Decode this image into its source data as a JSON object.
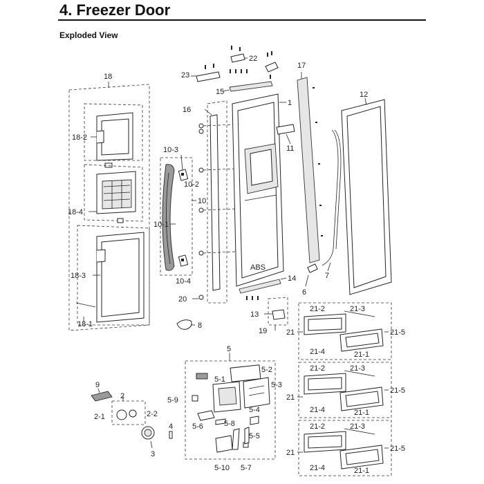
{
  "page": {
    "title": "4.  Freezer Door",
    "subtitle": "Exploded View"
  },
  "callouts": {
    "c1": "1",
    "c2": "2",
    "c2_1": "2-1",
    "c2_2": "2-2",
    "c3": "3",
    "c4": "4",
    "c5": "5",
    "c5_1": "5-1",
    "c5_2": "5-2",
    "c5_3": "5-3",
    "c5_4": "5-4",
    "c5_5": "5-5",
    "c5_6": "5-6",
    "c5_7": "5-7",
    "c5_8": "5-8",
    "c5_9": "5-9",
    "c5_10": "5-10",
    "c6": "6",
    "c7": "7",
    "c8": "8",
    "c9": "9",
    "c10": "10",
    "c10_1": "10-1",
    "c10_2": "10-2",
    "c10_3": "10-3",
    "c10_4": "10-4",
    "c11": "11",
    "c12": "12",
    "c13": "13",
    "c14": "14",
    "c15": "15",
    "c16": "16",
    "c17": "17",
    "c18": "18",
    "c18_1": "18-1",
    "c18_2": "18-2",
    "c18_3": "18-3",
    "c18_4": "18-4",
    "c19": "19",
    "c20": "20",
    "c21a": "21",
    "c21b": "21",
    "c21c": "21",
    "c21_1a": "21-1",
    "c21_2a": "21-2",
    "c21_3a": "21-3",
    "c21_4a": "21-4",
    "c21_5a": "21-5",
    "c21_1b": "21-1",
    "c21_2b": "21-2",
    "c21_3b": "21-3",
    "c21_4b": "21-4",
    "c21_5b": "21-5",
    "c21_1c": "21-1",
    "c21_2c": "21-2",
    "c21_3c": "21-3",
    "c21_4c": "21-4",
    "c21_5c": "21-5",
    "c22": "22",
    "c23": "23",
    "abs": "ABS"
  }
}
